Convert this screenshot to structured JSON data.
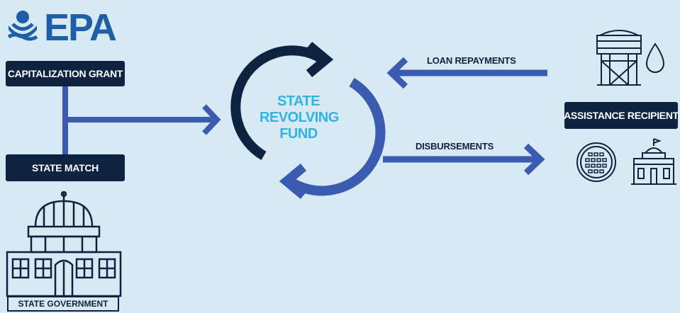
{
  "logo": {
    "text": "EPA"
  },
  "boxes": {
    "capitalization_grant": "CAPITALIZATION GRANT",
    "state_match": "STATE MATCH",
    "assistance_recipient": "ASSISTANCE RECIPIENT",
    "state_government": "STATE GOVERNMENT"
  },
  "center": {
    "line1": "STATE",
    "line2": "REVOLVING",
    "line3": "FUND"
  },
  "flows": {
    "loan_repayments": "LOAN REPAYMENTS",
    "disbursements": "DISBURSEMENTS"
  },
  "colors": {
    "background": "#d7e9f2",
    "navy": "#0d2340",
    "blue": "#3a5bb0",
    "cyan": "#2fb4e6",
    "epa_blue": "#1f5fa8"
  },
  "icons": [
    "epa-flower-icon",
    "water-tower-icon",
    "water-drop-icon",
    "manhole-cover-icon",
    "building-icon",
    "capitol-dome-icon"
  ]
}
